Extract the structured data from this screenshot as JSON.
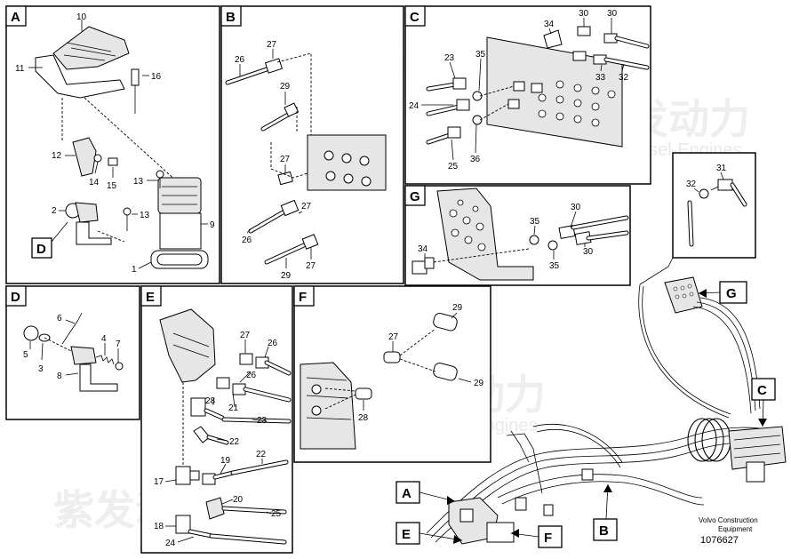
{
  "panels": [
    {
      "id": "A",
      "label": "A"
    },
    {
      "id": "B",
      "label": "B"
    },
    {
      "id": "C",
      "label": "C"
    },
    {
      "id": "G",
      "label": "G"
    },
    {
      "id": "D",
      "label": "D"
    },
    {
      "id": "E",
      "label": "E"
    },
    {
      "id": "F",
      "label": "F"
    }
  ],
  "callouts": {
    "d_in_a": "D",
    "overview_a": "A",
    "overview_e": "E",
    "overview_f": "F",
    "overview_b": "B",
    "overview_c": "C",
    "overview_g": "G"
  },
  "part_numbers": {
    "a": [
      "10",
      "11",
      "16",
      "12",
      "14",
      "15",
      "13",
      "13",
      "2",
      "9",
      "1"
    ],
    "b": [
      "27",
      "26",
      "29",
      "27",
      "26",
      "27",
      "27",
      "29"
    ],
    "c": [
      "34",
      "30",
      "30",
      "23",
      "35",
      "33",
      "32",
      "24",
      "25",
      "36"
    ],
    "g": [
      "35",
      "30",
      "34",
      "35",
      "30"
    ],
    "d": [
      "6",
      "5",
      "3",
      "4",
      "7",
      "8"
    ],
    "e": [
      "27",
      "26",
      "28",
      "26",
      "21",
      "23",
      "22",
      "19",
      "22",
      "17",
      "20",
      "25",
      "18",
      "24"
    ],
    "f": [
      "29",
      "27",
      "29",
      "28"
    ],
    "inset": [
      "31",
      "32"
    ]
  },
  "watermark": {
    "cn": "紫发动力",
    "en": "Diesel-Engines"
  },
  "footer": {
    "line1": "Volvo Construction",
    "line2": "Equipment",
    "number": "1076627"
  }
}
